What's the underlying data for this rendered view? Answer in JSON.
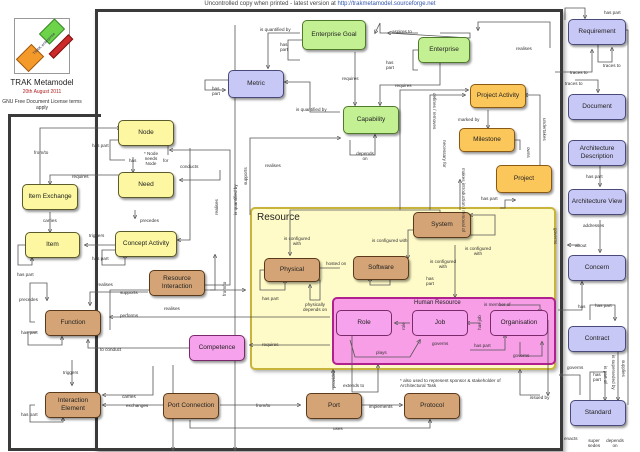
{
  "header": {
    "note_prefix": "Uncontrolled copy when printed - latest version at ",
    "note_url": "http://trakmetamodel.sourceforge.net"
  },
  "title_block": {
    "title": "TRAK Metamodel",
    "date": "20th August 2011",
    "license": "GNU Free Document License terms apply",
    "logo_text": "TRAK enterprise"
  },
  "groups": {
    "resource": "Resource",
    "human_resource": "Human Resource"
  },
  "colors": {
    "enterprise": "#c4f094",
    "architecture": "#c8c8f6",
    "concept": "#fcf7a0",
    "project": "#fbc65a",
    "solution": "#d4a476",
    "human": "#f6a2ec",
    "resource_group": "#fffbc8"
  },
  "nodes": {
    "enterprise_goal": "Enterprise Goal",
    "enterprise": "Enterprise",
    "metric": "Metric",
    "capability": "Capability",
    "project_activity": "Project Activity",
    "milestone": "Milestone",
    "project": "Project",
    "requirement": "Requirement",
    "document": "Document",
    "architecture_description": "Architecture Description",
    "architecture_view": "Architecture View",
    "concern": "Concern",
    "contract": "Contract",
    "standard": "Standard",
    "node": "Node",
    "need": "Need",
    "item_exchange": "Item Exchange",
    "item": "Item",
    "concept_activity": "Concept Activity",
    "resource_interaction": "Resource Interaction",
    "function": "Function",
    "competence": "Competence",
    "interaction_element": "Interaction Element",
    "port_connection": "Port Connection",
    "port": "Port",
    "protocol": "Protocol",
    "system": "System",
    "physical": "Physical",
    "software": "Software",
    "role": "Role",
    "job": "Job",
    "organisation": "Organisation"
  },
  "relations": {
    "is_quantified_by_1": "is quantified by",
    "eg_has_part": "has part",
    "aspires_to": "aspires to",
    "ent_has_part": "has part",
    "requires_eg": "requires",
    "requires_ent": "requires",
    "metric_has_part": "has part",
    "is_quantified_by_2": "is quantified by",
    "realises_req": "realises",
    "depends_on_cap": "depends on",
    "defines_removes": "defines / removes",
    "necessary_for": "necessary for",
    "marked_by": "marked by",
    "owns": "owns",
    "undertakes": "undertakes",
    "makes_introduction": "makes introduction / removal of",
    "project_has_part": "has part",
    "req_has_part": "has part",
    "traces_to_1": "traces to",
    "traces_to_2": "traces to",
    "traces_to_3": "traces to",
    "ad_has_part": "has part",
    "addresses": "addresses",
    "about": "about",
    "has_concern": "has",
    "contract_has_part": "has part",
    "governs_std": "governs",
    "std_has_part": "has part",
    "is_part_of": "is part of",
    "supplies": "supplies",
    "supersedes_cmp": "is superseded by",
    "issued_by": "issued by",
    "enacts": "enacts",
    "supersedes": "super sedes",
    "depends_on_std": "depends on",
    "governs_right": "governs",
    "node_has_part": "has part",
    "has_need": "has",
    "node_needs_node": "* Node needs Node",
    "for": "for",
    "fromto_ie": "from/to",
    "requires_need": "requires",
    "conducts": "conducts",
    "carries_ie": "carries",
    "precedes_ca": "precedes",
    "triggers_ca": "triggers",
    "item_has_part": "has part",
    "ca_has_part": "has part",
    "realises_need": "realises",
    "is_quantified_by_3": "is quantified by",
    "supports_cap": "supports",
    "realises_cap": "realises",
    "realises_fn": "realises",
    "supports_fn": "supports",
    "realises_ri": "realises",
    "precedes_fn": "precedes",
    "fn_has_part": "has part",
    "performs": "performs",
    "to_conduct": "to conduct",
    "requires_comp": "requires",
    "fn_triggers": "triggers",
    "ri_to": "from/to",
    "carries_ie2": "carries",
    "exchanges": "exchanges",
    "ie_has_part": "has part",
    "port_fromto": "from/to",
    "implements": "implements",
    "uses": "uses",
    "provides": "provides",
    "extends_to": "extends to",
    "sys_configured_phys": "is configured with",
    "sys_configured_sw": "is configured with",
    "sys_configured_self": "is configured with",
    "sys_configured_hr": "is configured with",
    "hosted_on": "hosted on",
    "sw_has_part": "has part",
    "phys_has_part": "has part",
    "physically_depends_on": "physically depends on",
    "is_member_of": "is member of",
    "role_of": "role",
    "job_of": "has job",
    "governs_job": "governs",
    "org_has_part": "has part",
    "governs_org": "governs",
    "plays": "plays",
    "governs_long": "governs"
  },
  "footnote": "* also used to represent sponsor & stakeholder of Architectural Task"
}
